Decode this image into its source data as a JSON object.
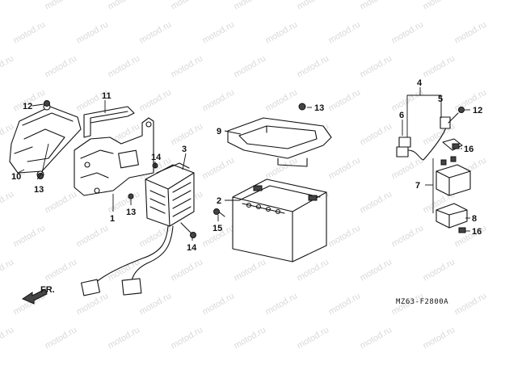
{
  "diagram": {
    "watermark": "motod.ru",
    "drawing_code": "MZ63-F2800A",
    "direction_label": "FR.",
    "callouts": [
      "1",
      "2",
      "3",
      "4",
      "5",
      "6",
      "7",
      "8",
      "9",
      "10",
      "11",
      "12",
      "13",
      "13",
      "13",
      "14",
      "14",
      "15",
      "15",
      "16",
      "16"
    ]
  }
}
